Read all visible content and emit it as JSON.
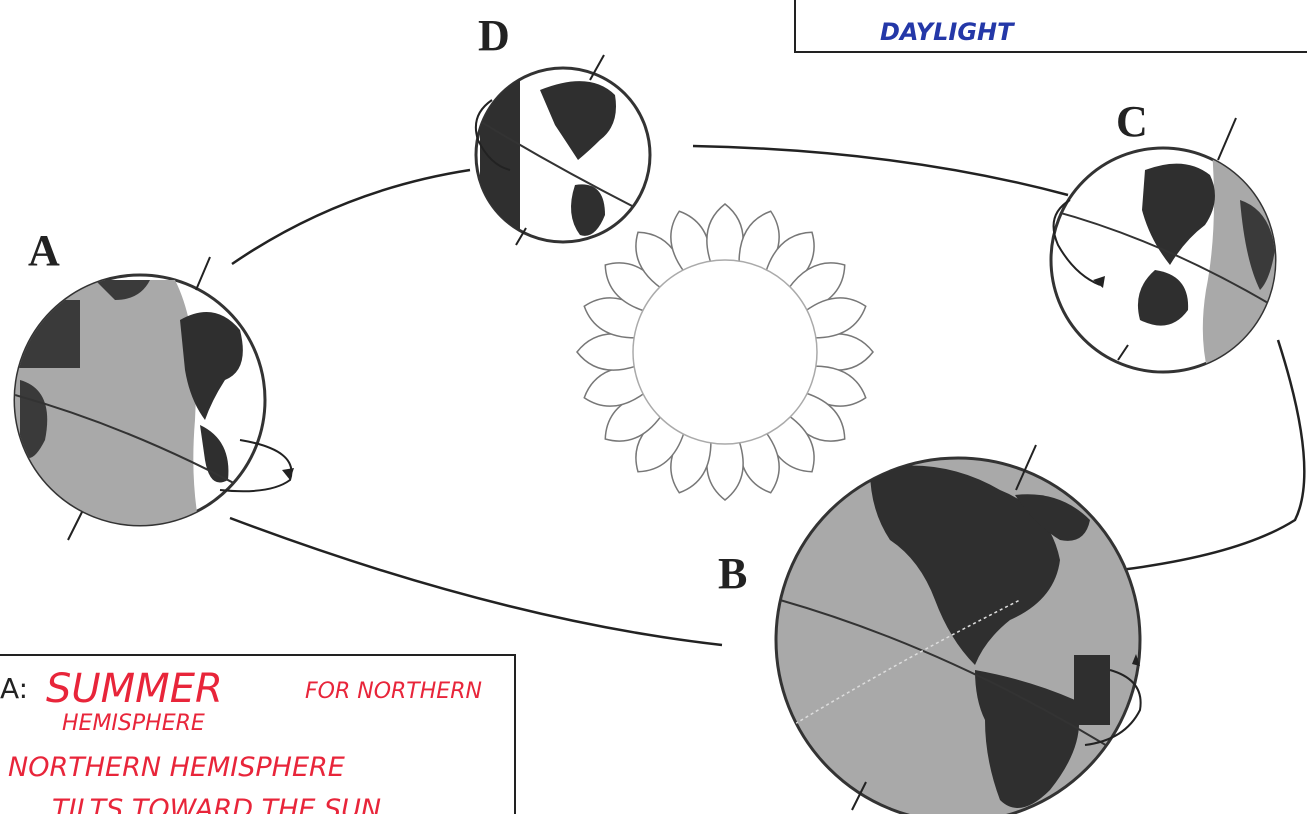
{
  "diagram": {
    "positions": [
      {
        "id": "A",
        "label": "A"
      },
      {
        "id": "B",
        "label": "B"
      },
      {
        "id": "C",
        "label": "C"
      },
      {
        "id": "D",
        "label": "D"
      }
    ]
  },
  "note_top_right": {
    "line1": "DAYLIGHT"
  },
  "note_bottom_left": {
    "prefix": "A:",
    "season": "SUMMER",
    "season_rest": "FOR NORTHERN",
    "line2": "HEMISPHERE",
    "line3": "NORTHERN HEMISPHERE",
    "line4": "TILTS TOWARD THE SUN"
  },
  "colors": {
    "ink": "#222222",
    "ocean": "#a9a9a9",
    "land": "#2f2f2f",
    "red_ink": "#e8253a",
    "blue_ink": "#2438a8"
  }
}
